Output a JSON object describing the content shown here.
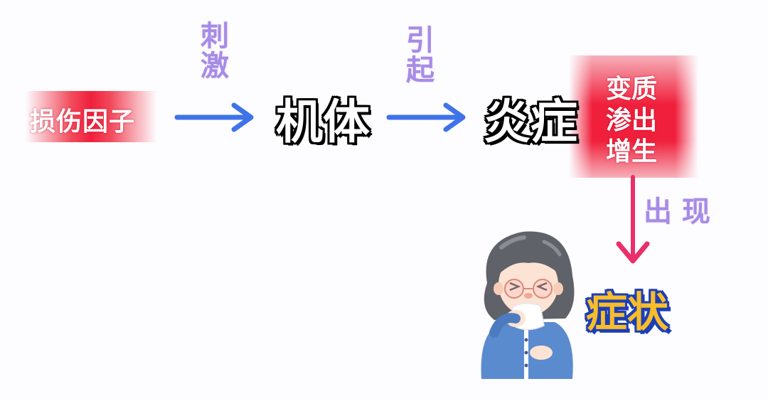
{
  "diagram": {
    "nodes": {
      "damage_factor": "损伤因子",
      "body": "机体",
      "inflammation": "炎症",
      "changes": [
        "变质",
        "渗出",
        "增生"
      ],
      "symptoms": "症状"
    },
    "edges": {
      "stimulate": [
        "刺",
        "激"
      ],
      "cause": [
        "引",
        "起"
      ],
      "appear": "出 现"
    },
    "icons": {
      "arrow_1": "arrow-right-icon",
      "arrow_2": "arrow-right-icon",
      "arrow_3": "arrow-down-icon",
      "illustration": "sick-woman-coughing"
    },
    "colors": {
      "arrow_blue": "#3f73ea",
      "arrow_pink": "#ea2f6b",
      "label_purple": "#a78be6",
      "red_highlight": "#f0203c",
      "symptom_yellow": "#f9bd2a",
      "symptom_outline": "#1d3fb5"
    }
  }
}
